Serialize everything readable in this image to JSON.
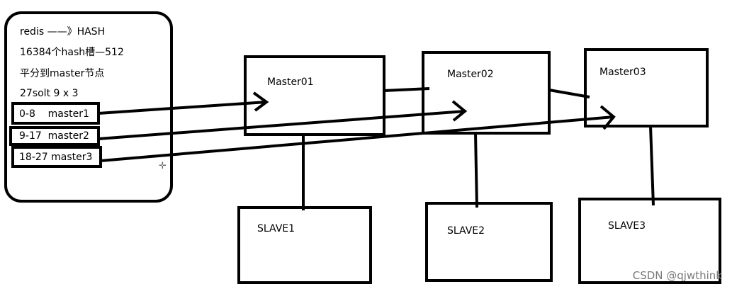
{
  "note": {
    "lines": [
      "redis ——》HASH",
      "16384个hash槽—512",
      "平分到master节点",
      "27solt 9 x 3"
    ],
    "slots": [
      "0-8    master1",
      "9-17  master2",
      "18-27 master3"
    ]
  },
  "masters": [
    "Master01",
    "Master02",
    "Master03"
  ],
  "slaves": [
    "SLAVE1",
    "SLAVE2",
    "SLAVE3"
  ],
  "watermark": "CSDN @qjwthink",
  "cursor_glyph": "✛"
}
